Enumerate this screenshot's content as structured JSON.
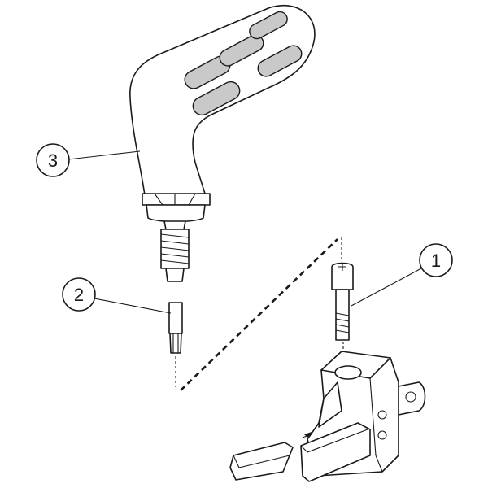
{
  "diagram": {
    "callouts": [
      {
        "label": "1",
        "part": "screw"
      },
      {
        "label": "2",
        "part": "torx-bit"
      },
      {
        "label": "3",
        "part": "torque-handle"
      }
    ],
    "colors": {
      "line": "#1a1a1a",
      "fill": "#ffffff",
      "shade": "#c9c9c9"
    }
  }
}
